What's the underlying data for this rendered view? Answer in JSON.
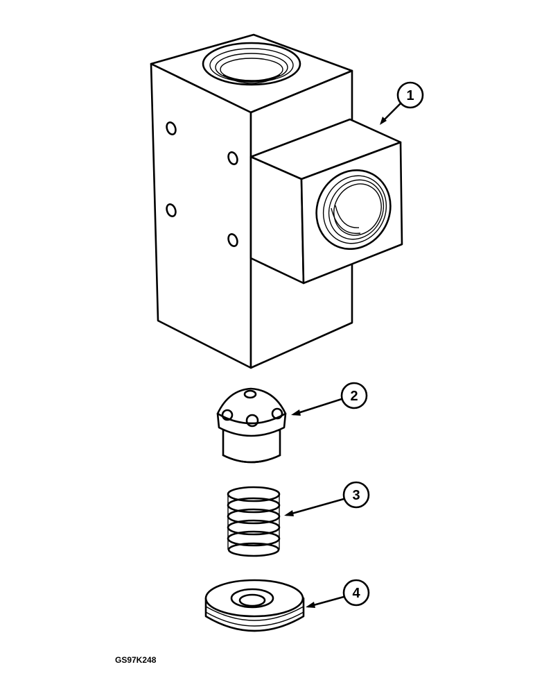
{
  "callouts": [
    {
      "label": "1"
    },
    {
      "label": "2"
    },
    {
      "label": "3"
    },
    {
      "label": "4"
    }
  ],
  "figure_id": "GS97K248",
  "colors": {
    "line": "#000000",
    "background": "#ffffff"
  }
}
